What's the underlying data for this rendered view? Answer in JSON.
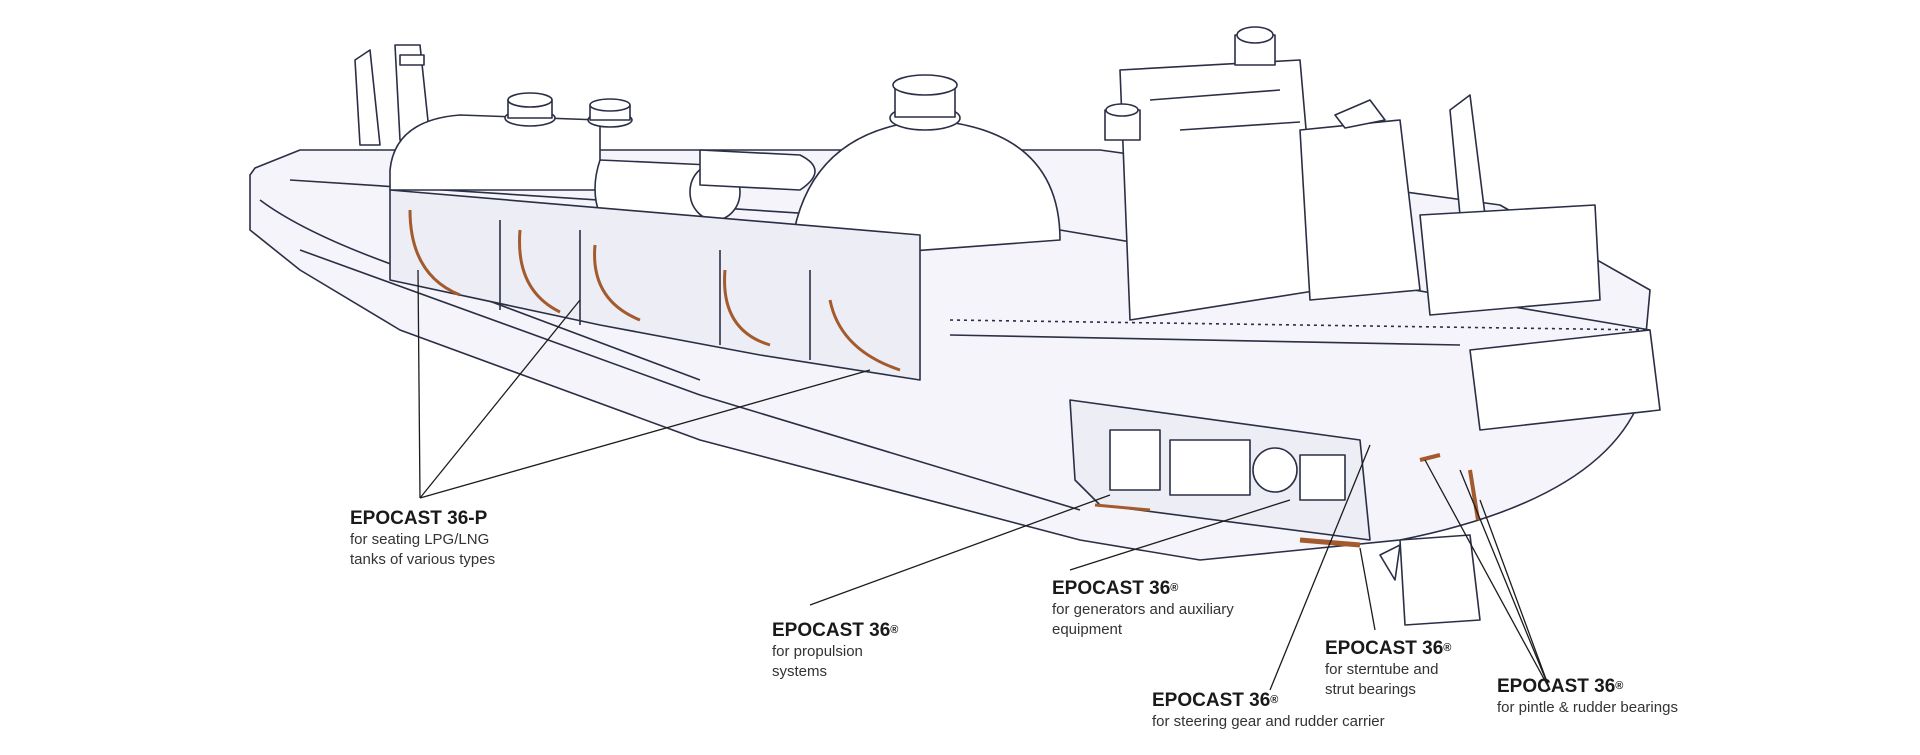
{
  "colors": {
    "outline": "#2b2f45",
    "hull_fill": "#f4f4fa",
    "accent": "#a35a2c",
    "leader": "#1c1c1c"
  },
  "callouts": [
    {
      "id": "tanks",
      "title": "EPOCAST 36-P",
      "registered": "",
      "description": "for seating LPG/LNG tanks of various types"
    },
    {
      "id": "propulsion",
      "title": "EPOCAST 36",
      "registered": "®",
      "description": "for propulsion systems"
    },
    {
      "id": "generators",
      "title": "EPOCAST 36",
      "registered": "®",
      "description": "for generators and auxiliary equipment"
    },
    {
      "id": "steering",
      "title": "EPOCAST 36",
      "registered": "®",
      "description": "for steering gear and rudder carrier"
    },
    {
      "id": "sterntube",
      "title": "EPOCAST 36",
      "registered": "®",
      "description": "for sterntube and strut bearings"
    },
    {
      "id": "pintle",
      "title": "EPOCAST 36",
      "registered": "®",
      "description": "for pintle & rudder bearings"
    }
  ]
}
